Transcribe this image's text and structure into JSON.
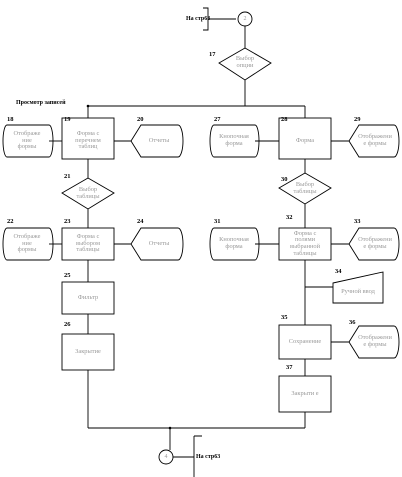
{
  "connectors": {
    "top": {
      "num": "2",
      "note": "На стр63"
    },
    "bottom": {
      "num": "4",
      "note": "На стр63"
    }
  },
  "section_label": "Просмотр записей",
  "blocks": {
    "b17": {
      "num": "17",
      "text": "Выбор\nопции"
    },
    "b18": {
      "num": "18",
      "text": "Отображе\nние\nформы"
    },
    "b19": {
      "num": "19",
      "text": "Форма с\nперечнем\nтаблиц"
    },
    "b20": {
      "num": "20",
      "text": "Отчеты"
    },
    "b21": {
      "num": "21",
      "text": "Выбор\nтаблицы"
    },
    "b22": {
      "num": "22",
      "text": "Отображе\nние\nформы"
    },
    "b23": {
      "num": "23",
      "text": "Форма с\nвыбором\nтаблицы"
    },
    "b24": {
      "num": "24",
      "text": "Отчеты"
    },
    "b25": {
      "num": "25",
      "text": "Фильтр"
    },
    "b26": {
      "num": "26",
      "text": "Закрытие"
    },
    "b27": {
      "num": "27",
      "text": "Кнопочная\nформа"
    },
    "b28": {
      "num": "28",
      "text": "Форма"
    },
    "b29": {
      "num": "29",
      "text": "Отображени\nе формы"
    },
    "b30": {
      "num": "30",
      "text": "Выбор\nтаблицы"
    },
    "b31": {
      "num": "31",
      "text": "Кнопочная\nформа"
    },
    "b32": {
      "num": "32",
      "text": "Форма с\nполями\nвыбранной\nтаблицы"
    },
    "b33": {
      "num": "33",
      "text": "Отображени\nе формы"
    },
    "b34": {
      "num": "34",
      "text": "Ручной ввод"
    },
    "b35": {
      "num": "35",
      "text": "Сохранение"
    },
    "b36": {
      "num": "36",
      "text": "Отображени\nе формы"
    },
    "b37": {
      "num": "37",
      "text": "Закрыти е"
    }
  }
}
